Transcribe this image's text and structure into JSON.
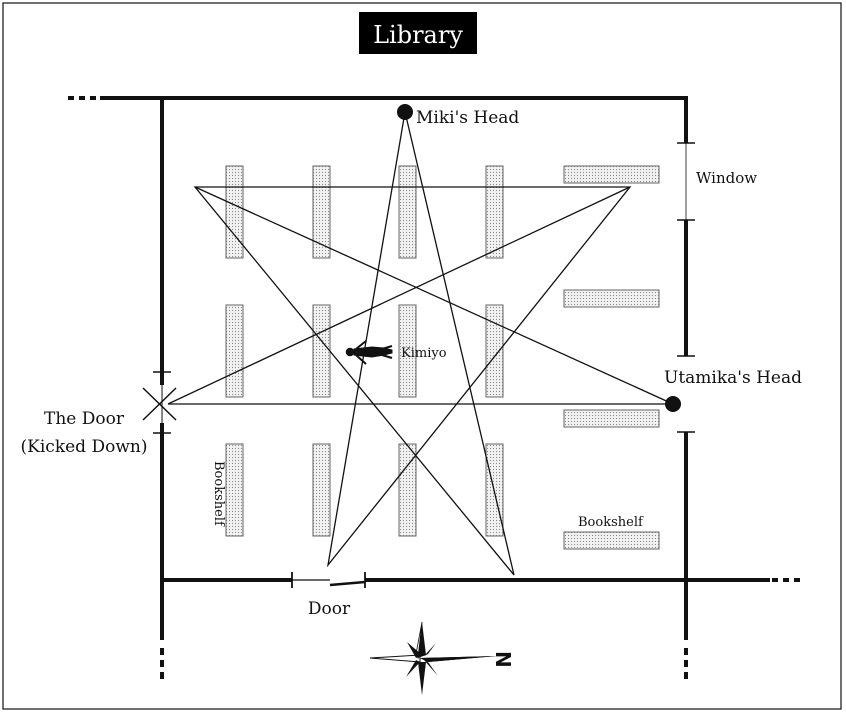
{
  "title": "Library",
  "labels": {
    "miki_head": "Miki's Head",
    "window": "Window",
    "kimiyo": "Kimiyo",
    "utamika_head": "Utamika's Head",
    "door_kicked_line1": "The Door",
    "door_kicked_line2": "(Kicked Down)",
    "bookshelf_vertical": "Bookshelf",
    "bookshelf_horizontal": "Bookshelf",
    "door": "Door",
    "compass_north": "N"
  },
  "colors": {
    "ink": "#111111",
    "shelf_fill": "#e6e6e6",
    "title_bg": "#000000",
    "title_fg": "#ffffff"
  }
}
